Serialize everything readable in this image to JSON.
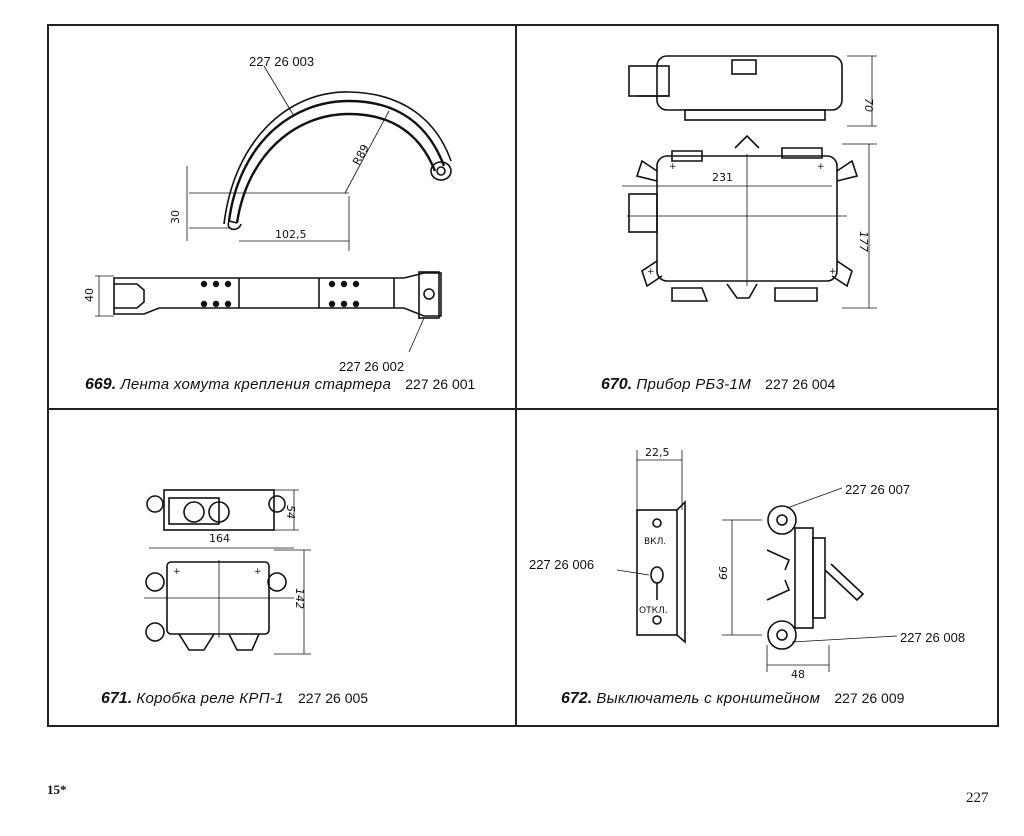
{
  "panels": [
    {
      "number": "669.",
      "title": "Лента хомута крепления стартера",
      "code": "227 26 001",
      "parts": [
        "227 26 003",
        "227 26 002"
      ],
      "dimensions": {
        "radius": "R89",
        "width": "102,5",
        "height": "30",
        "strip_width": "40"
      }
    },
    {
      "number": "670.",
      "title": "Прибор РБ3-1М",
      "code": "227 26 004",
      "dimensions": {
        "length": "231",
        "height": "70",
        "width": "177"
      }
    },
    {
      "number": "671.",
      "title": "Коробка реле КРП-1",
      "code": "227 26 005",
      "dimensions": {
        "length": "164",
        "height": "54",
        "width": "142"
      }
    },
    {
      "number": "672.",
      "title": "Выключатель с кронштейном",
      "code": "227 26 009",
      "parts": [
        "227 26 007",
        "227 26 006",
        "227 26 008"
      ],
      "labels": {
        "on": "ВКЛ.",
        "off": "ОТКЛ."
      },
      "dimensions": {
        "width": "22,5",
        "height": "66",
        "length": "48"
      }
    }
  ],
  "footer": {
    "signature": "15*",
    "page_number": "227"
  }
}
